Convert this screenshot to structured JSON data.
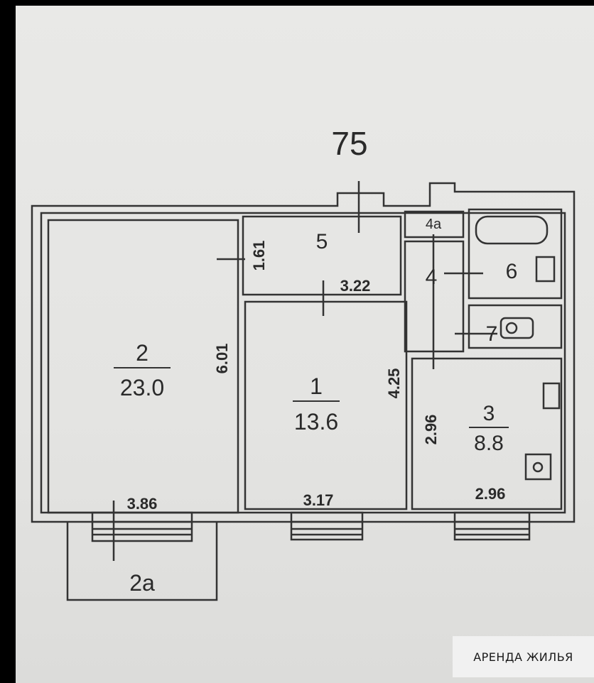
{
  "plan": {
    "building_number": "75",
    "rooms": [
      {
        "id": "1",
        "area": "13.6"
      },
      {
        "id": "2",
        "area": "23.0"
      },
      {
        "id": "3",
        "area": "8.8"
      },
      {
        "id": "4"
      },
      {
        "id": "4a"
      },
      {
        "id": "5"
      },
      {
        "id": "6"
      },
      {
        "id": "7"
      },
      {
        "id": "2a"
      }
    ],
    "dimensions": {
      "room2_width": "3.86",
      "room2_length": "6.01",
      "room5_depth": "1.61",
      "room5_width": "3.22",
      "room1_length": "4.25",
      "room1_width": "3.17",
      "room3_length": "2.96",
      "room3_width": "2.96"
    }
  },
  "badge": {
    "label": "АРЕНДА ЖИЛЬЯ"
  }
}
